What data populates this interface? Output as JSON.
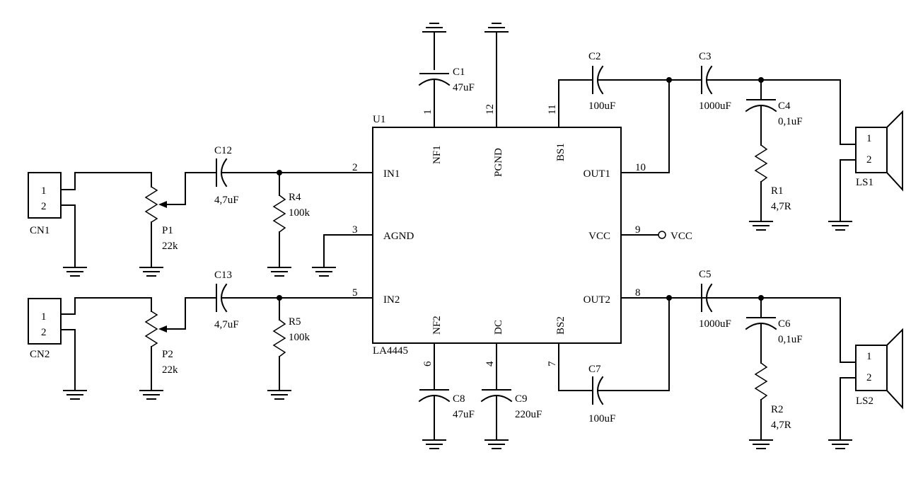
{
  "ic": {
    "ref": "U1",
    "part": "LA4445",
    "pins": {
      "in1": {
        "num": "2",
        "name": "IN1"
      },
      "agnd": {
        "num": "3",
        "name": "AGND"
      },
      "in2": {
        "num": "5",
        "name": "IN2"
      },
      "nf1": {
        "num": "1",
        "name": "NF1"
      },
      "pgnd": {
        "num": "12",
        "name": "PGND"
      },
      "bs1": {
        "num": "11",
        "name": "BS1"
      },
      "out1": {
        "num": "10",
        "name": "OUT1"
      },
      "vcc": {
        "num": "9",
        "name": "VCC"
      },
      "out2": {
        "num": "8",
        "name": "OUT2"
      },
      "nf2": {
        "num": "6",
        "name": "NF2"
      },
      "dc": {
        "num": "4",
        "name": "DC"
      },
      "bs2": {
        "num": "7",
        "name": "BS2"
      }
    }
  },
  "vcc_net": "VCC",
  "components": {
    "c1": {
      "ref": "C1",
      "value": "47uF"
    },
    "c2": {
      "ref": "C2",
      "value": "100uF"
    },
    "c3": {
      "ref": "C3",
      "value": "1000uF"
    },
    "c4": {
      "ref": "C4",
      "value": "0,1uF"
    },
    "c5": {
      "ref": "C5",
      "value": "1000uF"
    },
    "c6": {
      "ref": "C6",
      "value": "0,1uF"
    },
    "c7": {
      "ref": "C7",
      "value": "100uF"
    },
    "c8": {
      "ref": "C8",
      "value": "47uF"
    },
    "c9": {
      "ref": "C9",
      "value": "220uF"
    },
    "c12": {
      "ref": "C12",
      "value": "4,7uF"
    },
    "c13": {
      "ref": "C13",
      "value": "4,7uF"
    },
    "r1": {
      "ref": "R1",
      "value": "4,7R"
    },
    "r2": {
      "ref": "R2",
      "value": "4,7R"
    },
    "r4": {
      "ref": "R4",
      "value": "100k"
    },
    "r5": {
      "ref": "R5",
      "value": "100k"
    },
    "p1": {
      "ref": "P1",
      "value": "22k"
    },
    "p2": {
      "ref": "P2",
      "value": "22k"
    },
    "cn1": {
      "ref": "CN1",
      "pin1": "1",
      "pin2": "2"
    },
    "cn2": {
      "ref": "CN2",
      "pin1": "1",
      "pin2": "2"
    },
    "ls1": {
      "ref": "LS1",
      "pin1": "1",
      "pin2": "2"
    },
    "ls2": {
      "ref": "LS2",
      "pin1": "1",
      "pin2": "2"
    }
  }
}
